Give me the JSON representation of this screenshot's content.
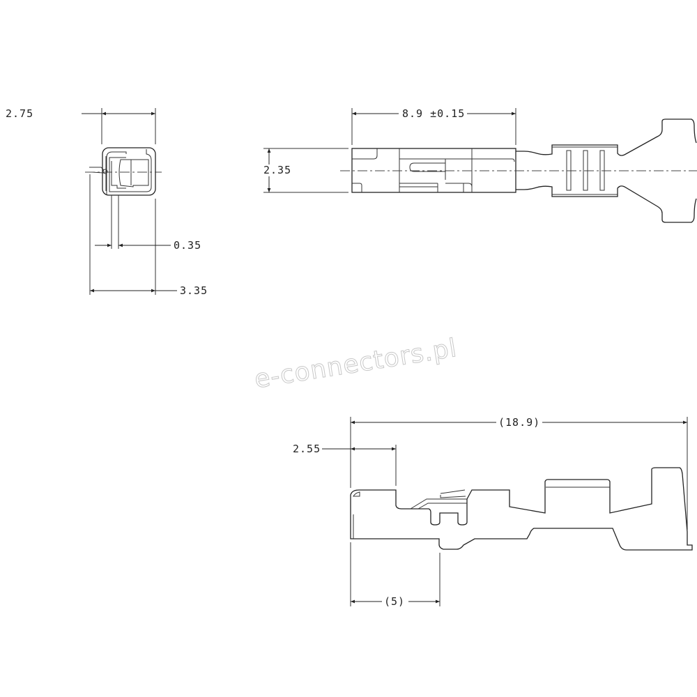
{
  "drawing": {
    "front_view": {
      "dimensions": {
        "width_top": "2.75",
        "wall": "0.35",
        "width_overall": "3.35"
      }
    },
    "top_view": {
      "dimensions": {
        "contact_length": "8.9 ±0.15",
        "height": "2.35"
      }
    },
    "side_view": {
      "dimensions": {
        "overall_length": "(18.9)",
        "offset": "2.55",
        "tab_position": "(5)"
      }
    },
    "watermark": "e-connectors.pl",
    "colors": {
      "line": "#222222",
      "watermark": "#c8c8c8"
    }
  }
}
